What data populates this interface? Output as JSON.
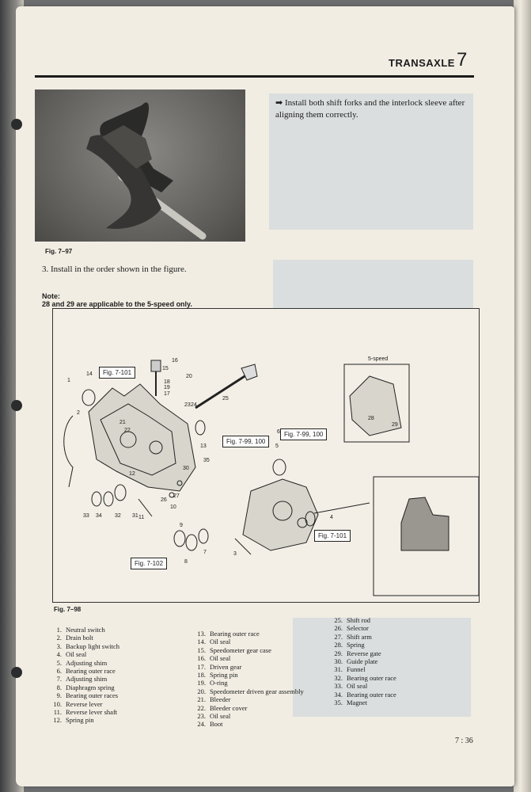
{
  "header": {
    "title": "TRANSAXLE",
    "chapter": "7"
  },
  "photo": {
    "caption": "Fig. 7–97"
  },
  "instruction": {
    "bullet": "➡",
    "text": "Install both shift forks and the interlock sleeve after aligning them correctly."
  },
  "step3": "3. Install in the order shown in the figure.",
  "note": {
    "title": "Note:",
    "body": "28 and 29 are applicable to the 5-speed only."
  },
  "diagram": {
    "caption": "Fig. 7–98",
    "five_speed_label": "5-speed",
    "refs": [
      "Fig. 7-101",
      "Fig. 7-99, 100",
      "Fig. 7-99, 100",
      "Fig. 7-101",
      "Fig. 7-102"
    ],
    "callouts": [
      "1",
      "2",
      "3",
      "4",
      "5",
      "6",
      "7",
      "8",
      "9",
      "10",
      "11",
      "12",
      "13",
      "14",
      "15",
      "16",
      "17",
      "18",
      "19",
      "20",
      "21",
      "22",
      "23",
      "24",
      "25",
      "26",
      "27",
      "28",
      "29",
      "30",
      "31",
      "32",
      "33",
      "34",
      "35"
    ]
  },
  "legend": [
    {
      "num": "1.",
      "label": "Neutral switch"
    },
    {
      "num": "2.",
      "label": "Drain bolt"
    },
    {
      "num": "3.",
      "label": "Backup light switch"
    },
    {
      "num": "4.",
      "label": "Oil seal"
    },
    {
      "num": "5.",
      "label": "Adjusting shim"
    },
    {
      "num": "6.",
      "label": "Bearing outer race"
    },
    {
      "num": "7.",
      "label": "Adjusting shim"
    },
    {
      "num": "8.",
      "label": "Diaphragm spring"
    },
    {
      "num": "9.",
      "label": "Bearing outer races"
    },
    {
      "num": "10.",
      "label": "Reverse lever"
    },
    {
      "num": "11.",
      "label": "Reverse lever shaft"
    },
    {
      "num": "12.",
      "label": "Spring pin"
    },
    {
      "num": "13.",
      "label": "Bearing outer race"
    },
    {
      "num": "14.",
      "label": "Oil seal"
    },
    {
      "num": "15.",
      "label": "Speedometer gear case"
    },
    {
      "num": "16.",
      "label": "Oil seal"
    },
    {
      "num": "17.",
      "label": "Driven gear"
    },
    {
      "num": "18.",
      "label": "Spring pin"
    },
    {
      "num": "19.",
      "label": "O-ring"
    },
    {
      "num": "20.",
      "label": "Speedometer driven gear assembly"
    },
    {
      "num": "21.",
      "label": "Bleeder"
    },
    {
      "num": "22.",
      "label": "Bleeder cover"
    },
    {
      "num": "23.",
      "label": "Oil seal"
    },
    {
      "num": "24.",
      "label": "Boot"
    },
    {
      "num": "25.",
      "label": "Shift rod"
    },
    {
      "num": "26.",
      "label": "Selector"
    },
    {
      "num": "27.",
      "label": "Shift arm"
    },
    {
      "num": "28.",
      "label": "Spring"
    },
    {
      "num": "29.",
      "label": "Reverse gate"
    },
    {
      "num": "30.",
      "label": "Guide plate"
    },
    {
      "num": "31.",
      "label": "Funnel"
    },
    {
      "num": "32.",
      "label": "Bearing outer race"
    },
    {
      "num": "33.",
      "label": "Oil seal"
    },
    {
      "num": "34.",
      "label": "Bearing outer race"
    },
    {
      "num": "35.",
      "label": "Magnet"
    }
  ],
  "page_number": "7 : 36"
}
